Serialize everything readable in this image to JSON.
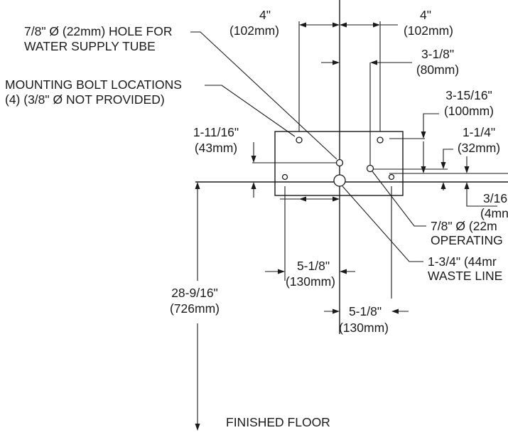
{
  "labels": {
    "supply_hole_1": "7/8\" Ø (22mm) HOLE FOR",
    "supply_hole_2": "WATER SUPPLY TUBE",
    "bolts_1": "MOUNTING BOLT LOCATIONS",
    "bolts_2": "(4) (3/8\" Ø NOT PROVIDED)",
    "operating_1": "7/8\" Ø (22m",
    "operating_2": "OPERATING",
    "waste_1": "1-3/4\" (44mr",
    "waste_2": "WASTE LINE",
    "floor": "FINISHED FLOOR"
  },
  "dimensions": {
    "top_left_4_in": "4\"",
    "top_left_4_mm": "(102mm)",
    "top_right_4_in": "4\"",
    "top_right_4_mm": "(102mm)",
    "d_3_1_8_in": "3-1/8\"",
    "d_3_1_8_mm": "(80mm)",
    "d_3_15_16_in": "3-15/16\"",
    "d_3_15_16_mm": "(100mm)",
    "d_1_11_16_in": "1-11/16\"",
    "d_1_11_16_mm": "(43mm)",
    "d_1_1_4_in": "1-1/4\"",
    "d_1_1_4_mm": "(32mm)",
    "d_3_16_in": "3/16",
    "d_3_16_mm": "(4mn",
    "left_5_1_8_in": "5-1/8\"",
    "left_5_1_8_mm": "(130mm)",
    "right_5_1_8_in": "5-1/8\"",
    "right_5_1_8_mm": "(130mm)",
    "height_in": "28-9/16\"",
    "height_mm": "(726mm)"
  }
}
